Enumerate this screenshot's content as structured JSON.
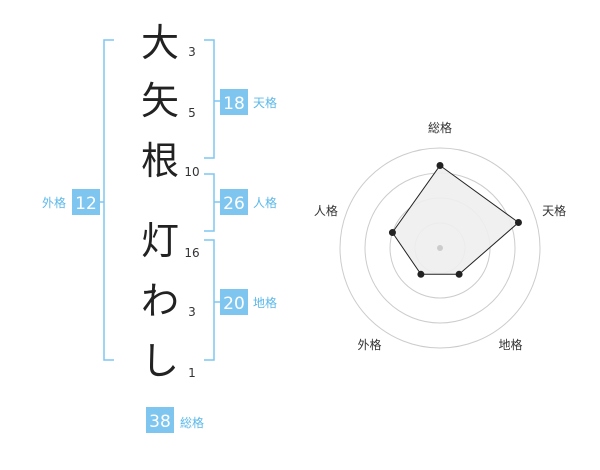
{
  "colors": {
    "bracket": "#7ec6f0",
    "badge_bg": "#7ec6f0",
    "badge_text": "#ffffff",
    "label_text": "#5bb8ea",
    "character": "#222222",
    "stroke_number": "#333333",
    "ring": "#cccccc",
    "polygon_fill": "#eeeeee",
    "polygon_stroke": "#222222",
    "point": "#222222"
  },
  "name": {
    "characters": [
      {
        "char": "大",
        "strokes": "3"
      },
      {
        "char": "矢",
        "strokes": "5"
      },
      {
        "char": "根",
        "strokes": "10"
      },
      {
        "char": "灯",
        "strokes": "16"
      },
      {
        "char": "わ",
        "strokes": "3"
      },
      {
        "char": "し",
        "strokes": "1"
      }
    ]
  },
  "fortune": {
    "tenkaku": {
      "value": "18",
      "label": "天格"
    },
    "jinkaku": {
      "value": "26",
      "label": "人格"
    },
    "chikaku": {
      "value": "20",
      "label": "地格"
    },
    "gaikaku": {
      "value": "12",
      "label": "外格"
    },
    "soukaku": {
      "value": "38",
      "label": "総格"
    }
  },
  "chart_data": {
    "type": "radar",
    "axes": [
      "総格",
      "天格",
      "地格",
      "外格",
      "人格"
    ],
    "rings": 4,
    "max": 4,
    "values": [
      3.3,
      3.3,
      1.3,
      1.3,
      2.0
    ]
  }
}
